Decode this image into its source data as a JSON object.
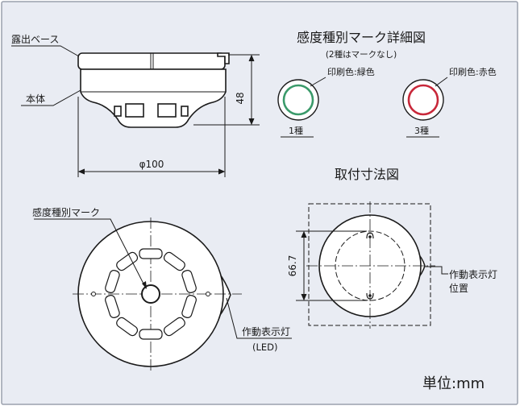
{
  "labels": {
    "exposed_base": "露出ベース",
    "body": "本体",
    "height": "48",
    "diameter": "φ100",
    "sensitivity_mark": "感度種別マーク",
    "indicator_led_line1": "作動表示灯",
    "indicator_led_line2": "(LED)",
    "mount_dim": "66.7",
    "indicator_position_line1": "作動表示灯",
    "indicator_position_line2": "位置",
    "unit": "単位:mm"
  },
  "mark_detail": {
    "title": "感度種別マーク詳細図",
    "note": "(2種はマークなし)",
    "class1": {
      "print_label": "印刷色:緑色",
      "name": "1種",
      "color": "#3a9a6a"
    },
    "class3": {
      "print_label": "印刷色:赤色",
      "name": "3種",
      "color": "#c8283a"
    }
  },
  "mount_title": "取付寸法図",
  "colors": {
    "background": "#e9ecf3",
    "line": "#1a1a1a"
  }
}
